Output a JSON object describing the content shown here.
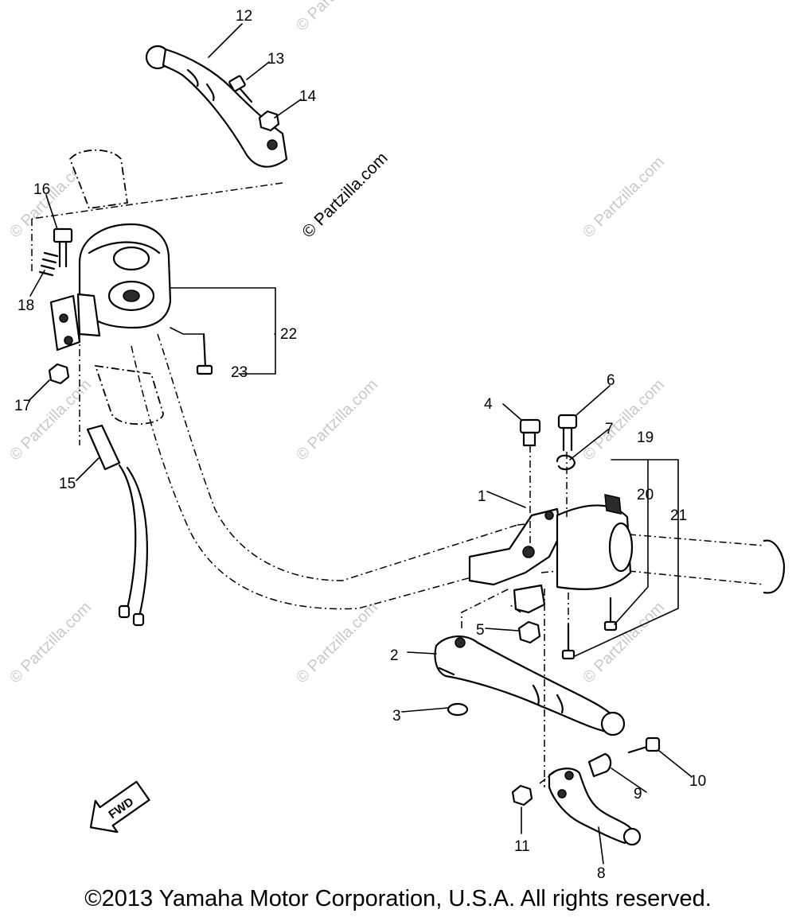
{
  "watermark": {
    "main": "© Partzilla.com",
    "repeat": "© Partzilla.com"
  },
  "callouts": [
    "1",
    "2",
    "3",
    "4",
    "5",
    "6",
    "7",
    "8",
    "9",
    "10",
    "11",
    "12",
    "13",
    "14",
    "15",
    "16",
    "17",
    "18",
    "19",
    "20",
    "21",
    "22",
    "23"
  ],
  "fwd_label": "FWD",
  "copyright": "©2013 Yamaha Motor Corporation, U.S.A. All rights reserved."
}
